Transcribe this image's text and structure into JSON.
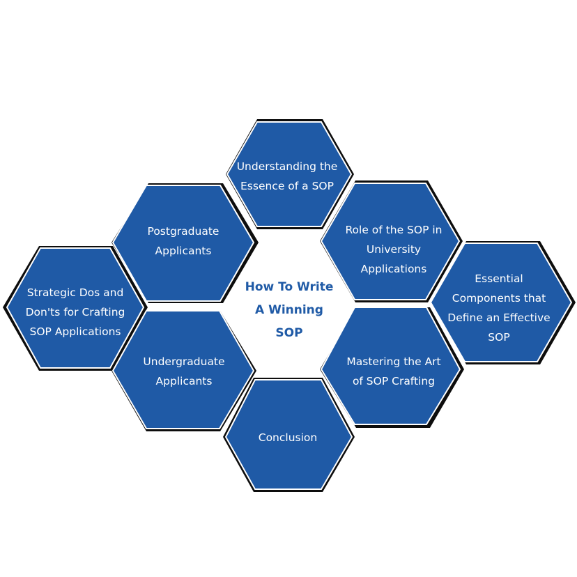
{
  "center": {
    "title": "How To Write\nA Winning\nSOP"
  },
  "colors": {
    "hex_fill": "#1f5aa6",
    "hex_border": "#0d0d0d",
    "center_text": "#1f5aa6",
    "background": "#ffffff"
  },
  "hexagons": {
    "understanding": "Understanding the\nEssence of a SOP",
    "postgraduate": "Postgraduate\nApplicants",
    "role": "Role of the SOP in\nUniversity\nApplications",
    "strategic": "Strategic Dos and\nDon'ts for Crafting\nSOP Applications",
    "essential": "Essential\nComponents that\nDefine an Effective\nSOP",
    "undergraduate": "Undergraduate\nApplicants",
    "mastering": "Mastering the Art\nof SOP Crafting",
    "conclusion": "Conclusion"
  }
}
